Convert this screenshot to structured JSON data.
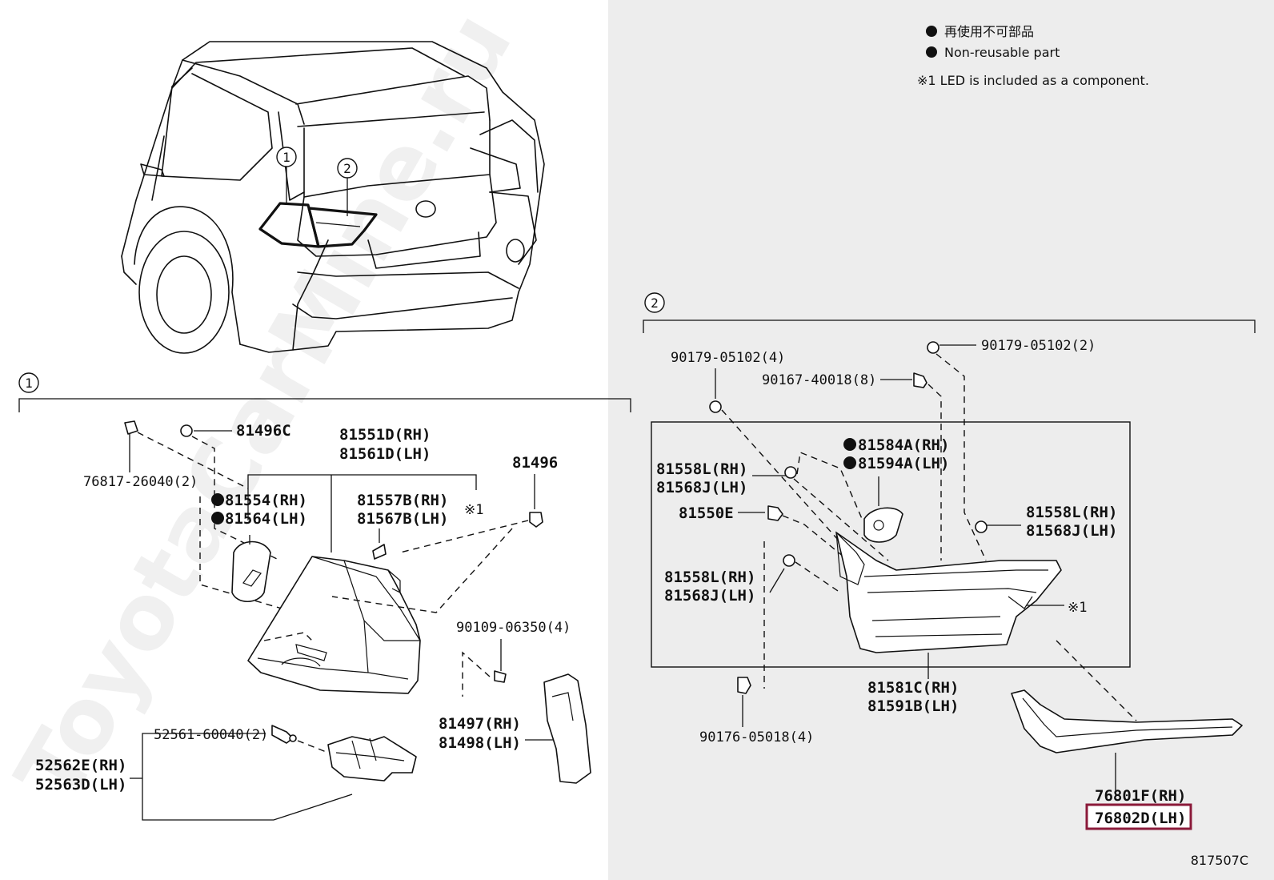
{
  "colors": {
    "panel_right_bg": "#ededed",
    "highlight_border": "#8b1a3a"
  },
  "legend": {
    "line1": "再使用不可部品",
    "line2": "Non-reusable part",
    "note": "※1 LED is included as a component."
  },
  "watermark": "ToyotaCarMine.ru",
  "figure_code": "817507C",
  "callouts": {
    "one": "1",
    "two": "2"
  },
  "section1": {
    "parts": {
      "p81496C": "81496C",
      "p76817": "76817-26040(2)",
      "p81551D": "81551D(RH)",
      "p81561D": "81561D(LH)",
      "p81554": "81554(RH)",
      "p81564": "81564(LH)",
      "p81557B": "81557B(RH)",
      "p81567B": "81567B(LH)",
      "note1": "※1",
      "p81496": "81496",
      "p90109": "90109-06350(4)",
      "p52561": "52561-60040(2)",
      "p52562E": "52562E(RH)",
      "p52563D": "52563D(LH)",
      "p81497": "81497(RH)",
      "p81498": "81498(LH)"
    }
  },
  "section2": {
    "parts": {
      "p90179_4": "90179-05102(4)",
      "p90179_2": "90179-05102(2)",
      "p90167": "90167-40018(8)",
      "p81584A": "81584A(RH)",
      "p81594A": "81594A(LH)",
      "p81558L_a": "81558L(RH)",
      "p81568J_a": "81568J(LH)",
      "p81550E": "81550E",
      "p81558L_b": "81558L(RH)",
      "p81568J_b": "81568J(LH)",
      "p81558L_c": "81558L(RH)",
      "p81568J_c": "81568J(LH)",
      "note1": "※1",
      "p81581C": "81581C(RH)",
      "p81591B": "81591B(LH)",
      "p90176": "90176-05018(4)",
      "p76801F": "76801F(RH)",
      "p76802D": "76802D(LH)"
    }
  }
}
